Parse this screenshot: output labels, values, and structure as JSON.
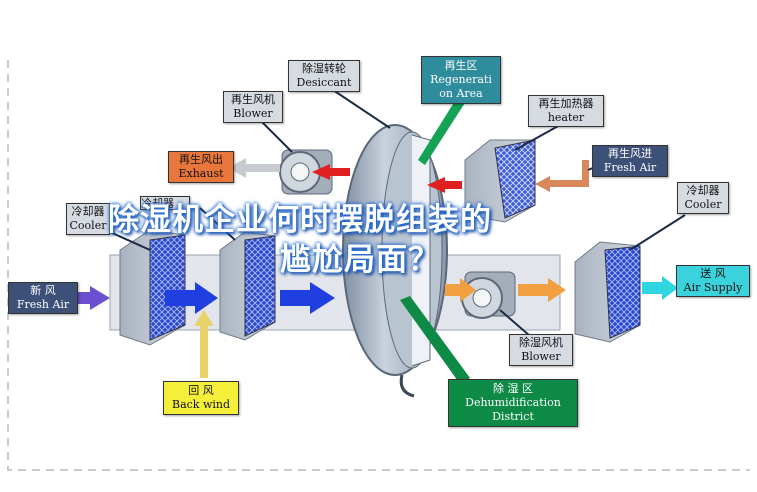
{
  "labels": {
    "desiccant": {
      "cn": "除湿转轮",
      "en": "Desiccant"
    },
    "regen_area": {
      "cn": "再生区",
      "en1": "Regenerati",
      "en2": "on Area"
    },
    "regen_blower": {
      "cn": "再生风机",
      "en": "Blower"
    },
    "regen_heater": {
      "cn": "再生加热器",
      "en": "heater"
    },
    "regen_exhaust": {
      "cn": "再生风出",
      "en": "Exhaust"
    },
    "regen_fresh_air": {
      "cn": "再生风进",
      "en": "Fresh Air"
    },
    "cooler_left": {
      "cn": "冷却器",
      "en": "Cooler"
    },
    "cooler_right": {
      "cn": "冷却器",
      "en": "Cooler"
    },
    "fresh_air_in": {
      "cn": "新    风",
      "en": "Fresh Air"
    },
    "air_supply": {
      "cn": "送  风",
      "en": "Air Supply"
    },
    "dehum_blower": {
      "cn": "除湿风机",
      "en": "Blower"
    },
    "back_wind": {
      "cn": "回    风",
      "en": "Back wind"
    },
    "dehum_district": {
      "cn": "除    湿    区",
      "en1": "Dehumidification",
      "en2": "District"
    }
  },
  "partial_label": "冷却器",
  "overlay": {
    "line1": "除湿机企业何时摆脱组装的",
    "line2": "尴尬局面？"
  },
  "colors": {
    "label_gray": "#d6dbe2",
    "label_orange": "#e9763a",
    "label_navy": "#3d5078",
    "label_yellow": "#f5ef3a",
    "label_cyan": "#3ad2dc",
    "label_green": "#0d8a46",
    "overlay_glow": "#2a6fd6"
  }
}
